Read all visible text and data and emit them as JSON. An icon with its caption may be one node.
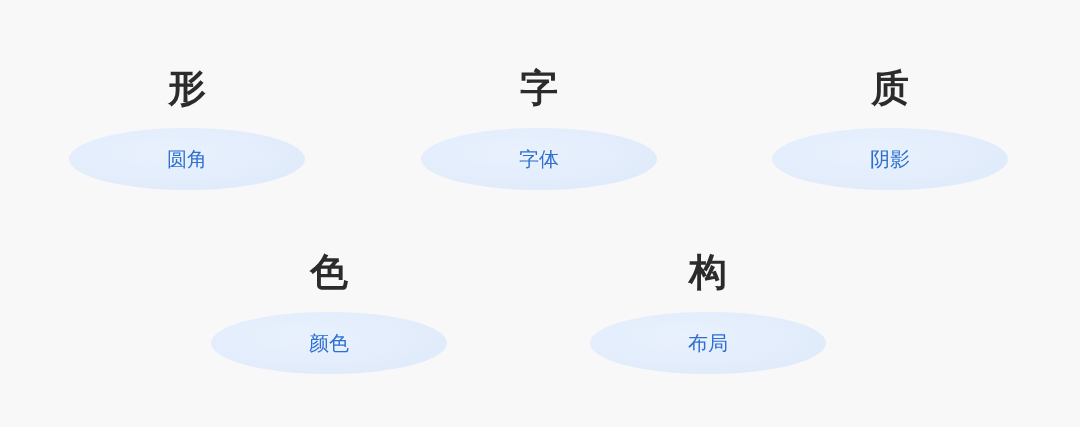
{
  "diagram": {
    "nodes": [
      {
        "text": [
          "形",
          "圆角"
        ]
      },
      {
        "text": [
          "字",
          "字体"
        ]
      },
      {
        "text": [
          "质",
          "阴影"
        ]
      },
      {
        "text": [
          "色",
          "颜色"
        ]
      },
      {
        "text": [
          "构",
          "布局"
        ]
      }
    ]
  }
}
